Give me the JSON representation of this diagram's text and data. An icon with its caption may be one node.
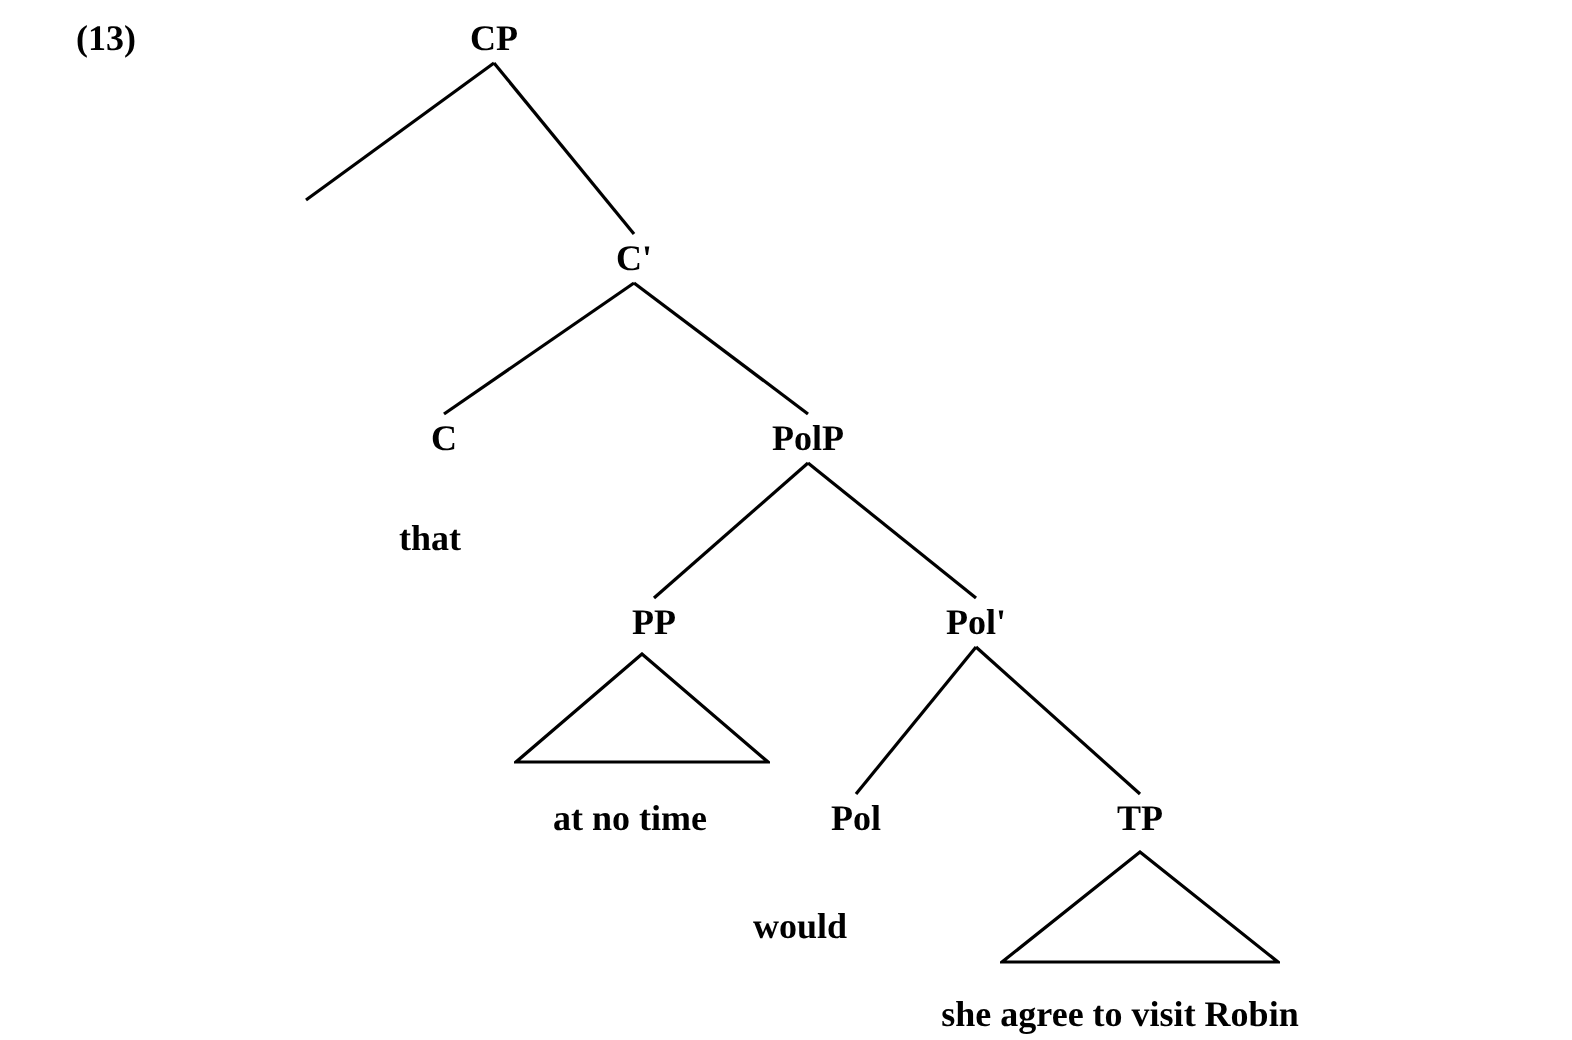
{
  "diagram": {
    "nodes": [
      {
        "text": [
          "CP"
        ]
      },
      {
        "text": [
          "C'"
        ]
      },
      {
        "text": [
          "C"
        ]
      },
      {
        "text": [
          "PolP"
        ]
      },
      {
        "text": [
          "PP"
        ]
      },
      {
        "text": [
          "Pol'"
        ]
      },
      {
        "text": [],
        "shape": "triangle"
      },
      {
        "text": [
          "Pol"
        ]
      },
      {
        "text": [
          "TP"
        ]
      },
      {
        "text": [],
        "shape": "triangle"
      }
    ],
    "edges": [
      {
        "from": 0,
        "to": null,
        "arrow": "none"
      },
      {
        "from": 0,
        "to": 1,
        "arrow": "none"
      },
      {
        "from": 1,
        "to": 2,
        "arrow": "none"
      },
      {
        "from": 1,
        "to": 3,
        "arrow": "none"
      },
      {
        "from": 3,
        "to": 4,
        "arrow": "none"
      },
      {
        "from": 3,
        "to": 5,
        "arrow": "none"
      },
      {
        "from": 5,
        "to": 7,
        "arrow": "none"
      },
      {
        "from": 5,
        "to": 8,
        "arrow": "none"
      }
    ],
    "labels": [
      "(13)",
      "that",
      "at no time",
      "would",
      "she agree to visit Robin"
    ]
  }
}
